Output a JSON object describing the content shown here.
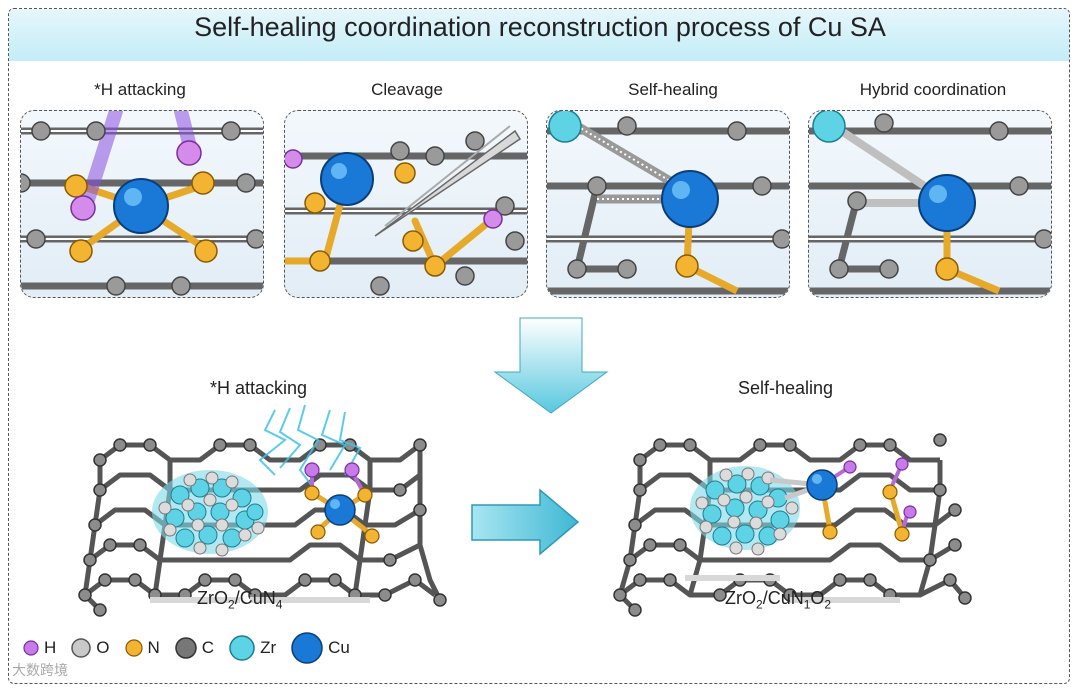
{
  "title": "Self-healing coordination reconstruction process of Cu SA",
  "panels": [
    {
      "label": "*H attacking"
    },
    {
      "label": "Cleavage"
    },
    {
      "label": "Self-healing"
    },
    {
      "label": "Hybrid coordination"
    }
  ],
  "bottom": {
    "left_label": "*H attacking",
    "right_label": "Self-healing",
    "left_formula": {
      "a": "ZrO",
      "a_sub": "2",
      "b": "/CuN",
      "b_sub": "4"
    },
    "right_formula": {
      "a": "ZrO",
      "a_sub": "2",
      "b": "/CuN",
      "b_sub": "1",
      "c": "O",
      "c_sub": "2"
    }
  },
  "legend": [
    {
      "symbol": "H",
      "color": "#c77be8"
    },
    {
      "symbol": "O",
      "color": "#c9c9c9"
    },
    {
      "symbol": "N",
      "color": "#f2b431"
    },
    {
      "symbol": "C",
      "color": "#777777"
    },
    {
      "symbol": "Zr",
      "color": "#5fd3e6"
    },
    {
      "symbol": "Cu",
      "color": "#1a78d6"
    }
  ],
  "watermark": "大数跨境",
  "colors": {
    "arrow": "#5ccce0",
    "copper": "#1a78d6",
    "nitrogen": "#f2b431",
    "hydrogen": "#c77be8",
    "zirconium": "#5fd3e6",
    "carbon": "#777777",
    "oxygen": "#c9c9c9"
  }
}
